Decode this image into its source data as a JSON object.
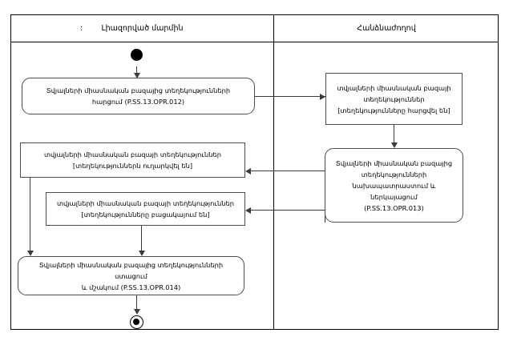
{
  "diagram": {
    "type": "uml-activity-diagram",
    "lanes": [
      {
        "id": "left",
        "title": "Լիազորված մարմին",
        "prefix_colon": ":"
      },
      {
        "id": "right",
        "title": "Հանձնաժողով"
      }
    ],
    "nodes": {
      "initial": {
        "kind": "initial-node",
        "lane": "left"
      },
      "action_012": {
        "kind": "action",
        "lane": "left",
        "line1": "Տվյալների միասնական բազայից տեղեկությունների",
        "line2": "հարցում (P.SS.13.OPR.012)"
      },
      "object_requested": {
        "kind": "object-node",
        "lane": "right",
        "line1": "տվյալների միասնական բազայի",
        "line2": "տեղեկություններ",
        "line3": "[տեղեկությունները հարցվել են]"
      },
      "action_013": {
        "kind": "action",
        "lane": "right",
        "line1": "Տվյալների միասնական բազայից",
        "line2": "տեղեկությունների",
        "line3": "նախապատրաստում և",
        "line4": "ներկայացում",
        "line5": "(P.SS.13.OPR.013)"
      },
      "object_sent": {
        "kind": "object-node",
        "lane": "left",
        "line1": "տվյալների միասնական բազայի տեղեկություններ",
        "line2": "[տեղեկություններն ուղարկվել են]"
      },
      "object_missing": {
        "kind": "object-node",
        "lane": "left",
        "line1": "տվյալների միասնական բազայի տեղեկություններ",
        "line2": "[տեղեկությունները բացակայում են]"
      },
      "action_014": {
        "kind": "action",
        "lane": "left",
        "line1": "Տվյալների միասնական բազայից տեղեկությունների ստացում",
        "line2": "և մշակում (P.SS.13.OPR.014)"
      },
      "final": {
        "kind": "activity-final-node",
        "lane": "left"
      }
    },
    "edges": [
      {
        "from": "initial",
        "to": "action_012"
      },
      {
        "from": "action_012",
        "to": "object_requested"
      },
      {
        "from": "object_requested",
        "to": "action_013"
      },
      {
        "from": "action_013",
        "to": "object_sent"
      },
      {
        "from": "action_013",
        "to": "object_missing"
      },
      {
        "from": "object_sent",
        "to": "action_014"
      },
      {
        "from": "object_missing",
        "to": "action_014"
      },
      {
        "from": "action_014",
        "to": "final"
      }
    ],
    "colors": {
      "frame": "#000000",
      "node_border": "#4d4d4d",
      "edge": "#3b3b3b",
      "background": "#ffffff",
      "text": "#000000"
    }
  }
}
